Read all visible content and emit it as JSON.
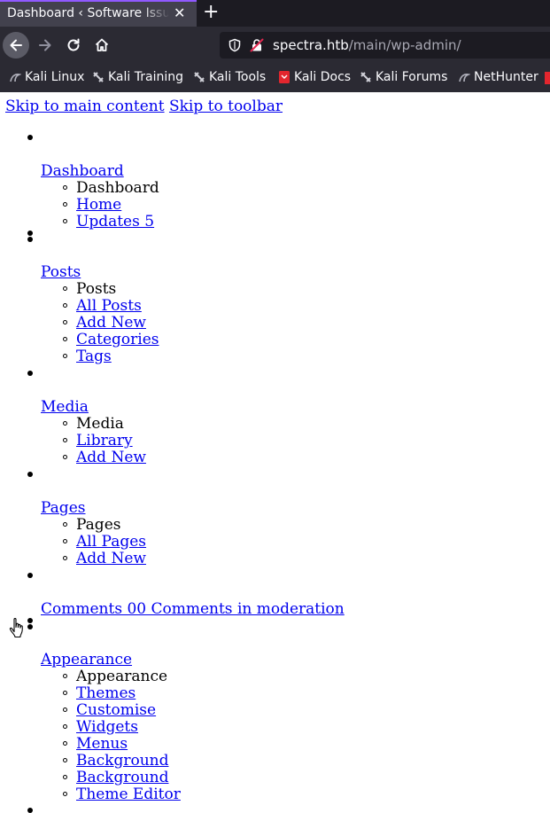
{
  "browser": {
    "tab_title": "Dashboard ‹ Software Issue Management",
    "tab_close": "✕",
    "new_tab": "+",
    "url_host": "spectra.htb",
    "url_path": "/main/wp-admin/",
    "bookmarks": [
      {
        "label": "Kali Linux"
      },
      {
        "label": "Kali Training"
      },
      {
        "label": "Kali Tools"
      },
      {
        "label": "Kali Docs"
      },
      {
        "label": "Kali Forums"
      },
      {
        "label": "NetHunter"
      }
    ]
  },
  "skip": {
    "main": "Skip to main content",
    "toolbar": "Skip to toolbar"
  },
  "menu": {
    "dashboard": {
      "label": "Dashboard",
      "sub": [
        "Dashboard",
        "Home",
        "Updates 5"
      ]
    },
    "posts": {
      "label": "Posts",
      "sub": [
        "Posts",
        "All Posts",
        "Add New",
        "Categories",
        "Tags"
      ]
    },
    "media": {
      "label": "Media",
      "sub": [
        "Media",
        "Library",
        "Add New"
      ]
    },
    "pages": {
      "label": "Pages",
      "sub": [
        "Pages",
        "All Pages",
        "Add New"
      ]
    },
    "comments": {
      "label": "Comments 00 Comments in moderation"
    },
    "appearance": {
      "label": "Appearance",
      "sub": [
        "Appearance",
        "Themes",
        "Customise",
        "Widgets",
        "Menus",
        "Background",
        "Background",
        "Theme Editor"
      ]
    }
  },
  "colors": {
    "link": "#0000ee",
    "toolbar": "#2b2a33",
    "tab_accent": "#9059ff"
  }
}
